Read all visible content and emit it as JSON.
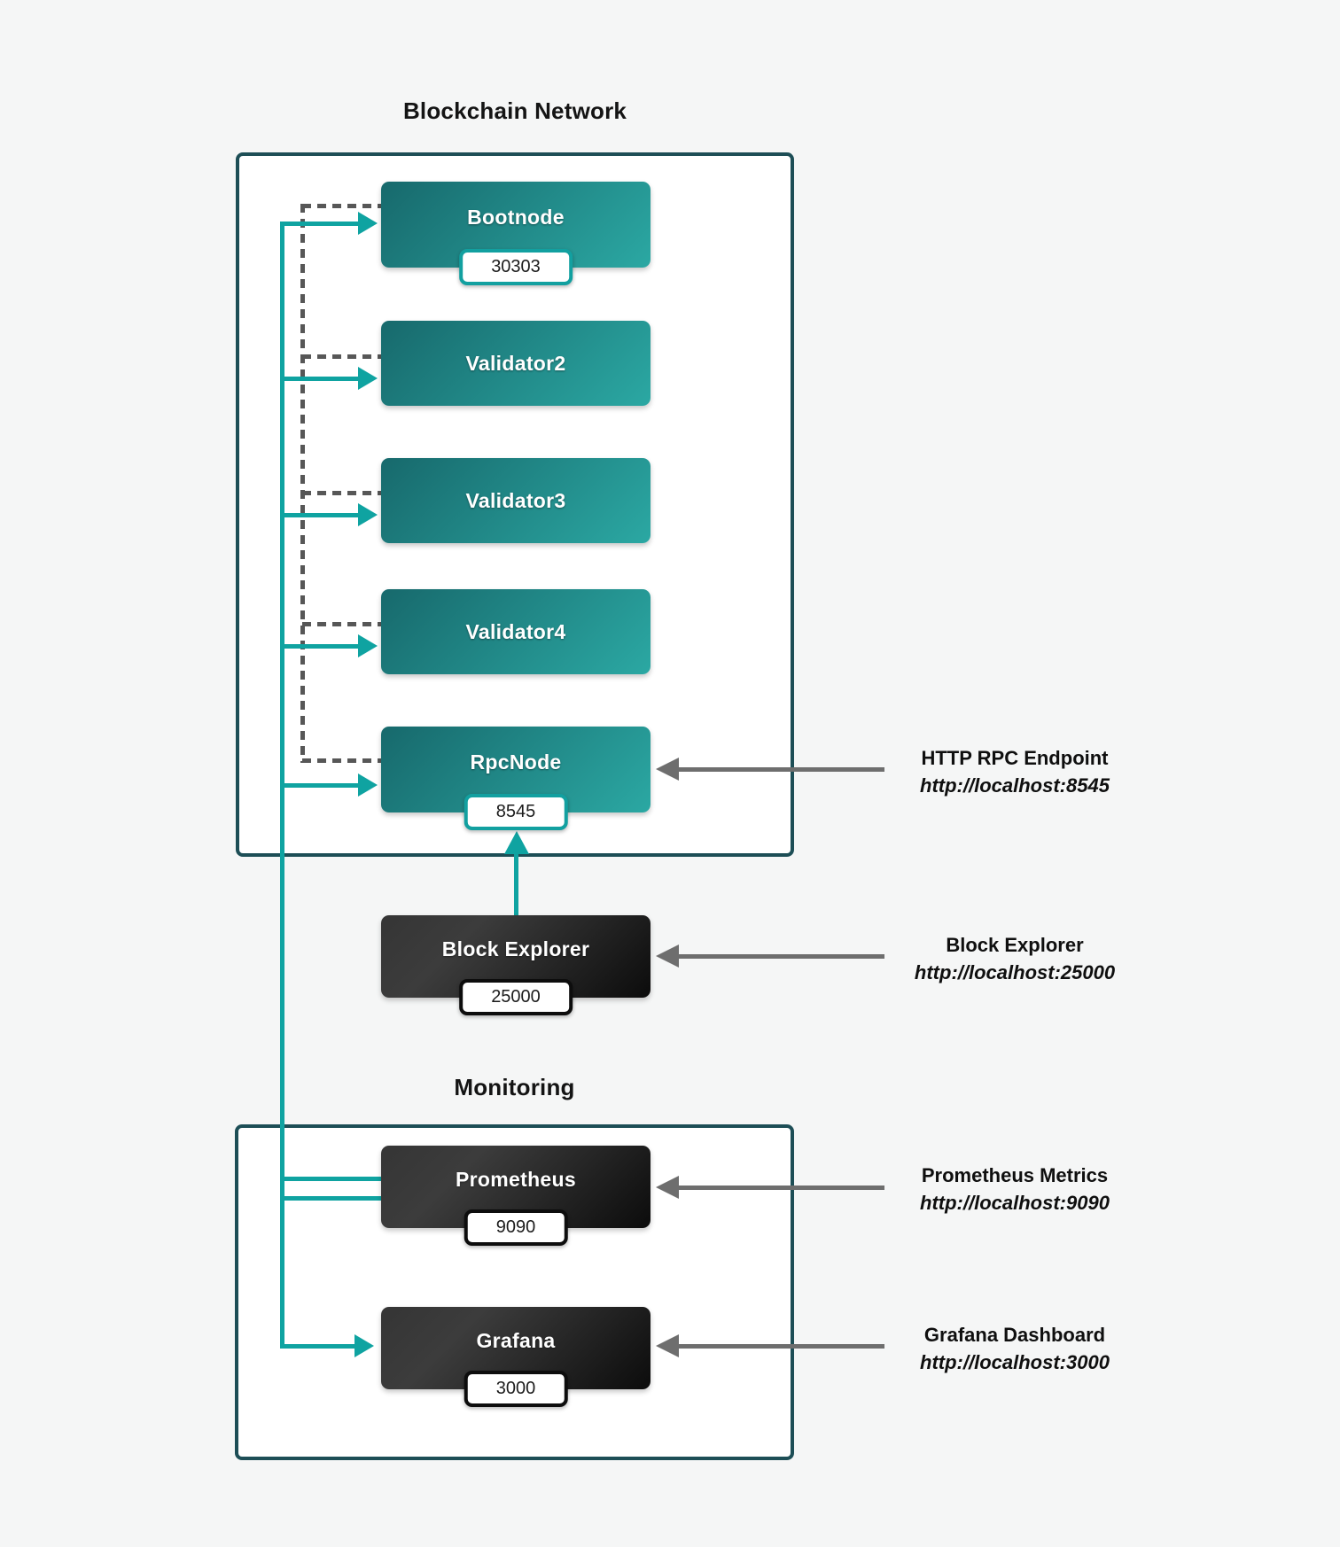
{
  "diagram": {
    "network": {
      "title": "Blockchain Network",
      "bootnode": {
        "label": "Bootnode",
        "port": "30303"
      },
      "validator2": {
        "label": "Validator2"
      },
      "validator3": {
        "label": "Validator3"
      },
      "validator4": {
        "label": "Validator4"
      },
      "rpcnode": {
        "label": "RpcNode",
        "port": "8545"
      }
    },
    "block_explorer": {
      "label": "Block Explorer",
      "port": "25000"
    },
    "monitoring": {
      "title": "Monitoring",
      "prometheus": {
        "label": "Prometheus",
        "port": "9090"
      },
      "grafana": {
        "label": "Grafana",
        "port": "3000"
      }
    },
    "annotations": {
      "rpc": {
        "title": "HTTP RPC Endpoint",
        "url": "http://localhost:8545"
      },
      "explorer": {
        "title": "Block Explorer",
        "url": "http://localhost:25000"
      },
      "prometheus": {
        "title": "Prometheus Metrics",
        "url": "http://localhost:9090"
      },
      "grafana": {
        "title": "Grafana Dashboard",
        "url": "http://localhost:3000"
      }
    },
    "colors": {
      "background": "#f5f6f6",
      "container_border": "#1d4e56",
      "teal_gradient_start": "#17696c",
      "teal_gradient_end": "#2ba8a3",
      "dark_gradient_start": "#353535",
      "dark_gradient_end": "#0c0c0c",
      "connector_teal": "#0fa3a1",
      "connector_dashed": "#575757",
      "annotation_arrow": "#6e6e6e",
      "port_badge_teal_border": "#12a0a0",
      "port_badge_dark_border": "#0d0d0d"
    }
  }
}
